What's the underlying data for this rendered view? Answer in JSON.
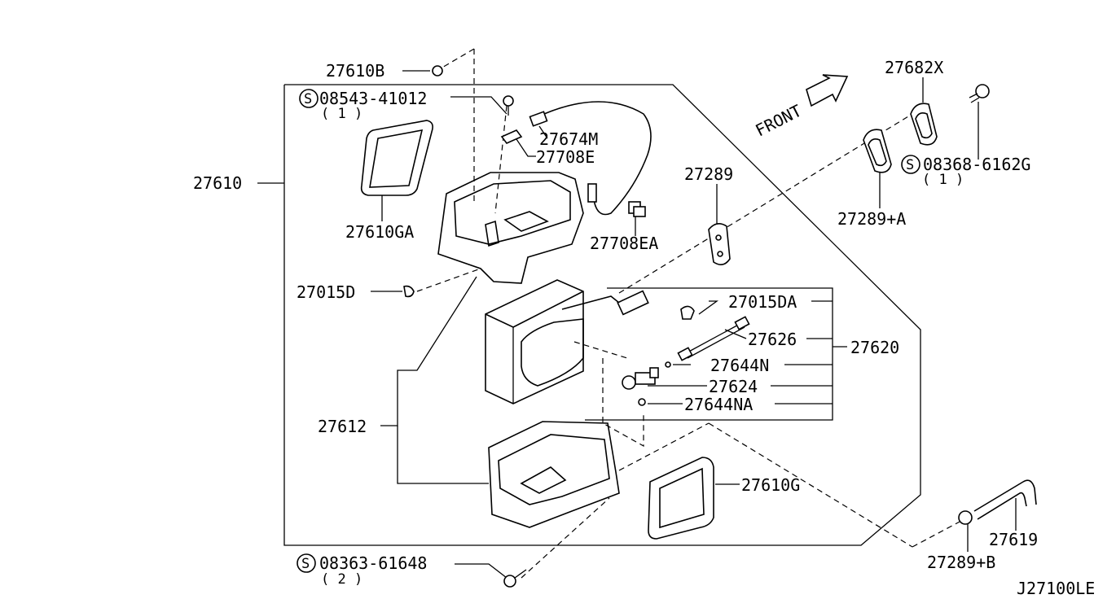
{
  "diagram": {
    "parts": {
      "p27610B": "27610B",
      "p08543": "08543-41012",
      "p08543_qty": "( 1 )",
      "p27610": "27610",
      "p27610GA": "27610GA",
      "p27674M": "27674M",
      "p27708E": "27708E",
      "p27708EA": "27708EA",
      "p27015D": "27015D",
      "p27289": "27289",
      "p27682X": "27682X",
      "p08368": "08368-6162G",
      "p08368_qty": "( 1 )",
      "p27289A": "27289+A",
      "p27015DA": "27015DA",
      "p27626": "27626",
      "p27644N": "27644N",
      "p27620": "27620",
      "p27624": "27624",
      "p27644NA": "27644NA",
      "p27612": "27612",
      "p27610G": "27610G",
      "p27619": "27619",
      "p27289B": "27289+B",
      "p08363": "08363-61648",
      "p08363_qty": "( 2 )"
    },
    "front_label": "FRONT",
    "screw_symbol": "S",
    "figure_id": "J27100LE"
  }
}
